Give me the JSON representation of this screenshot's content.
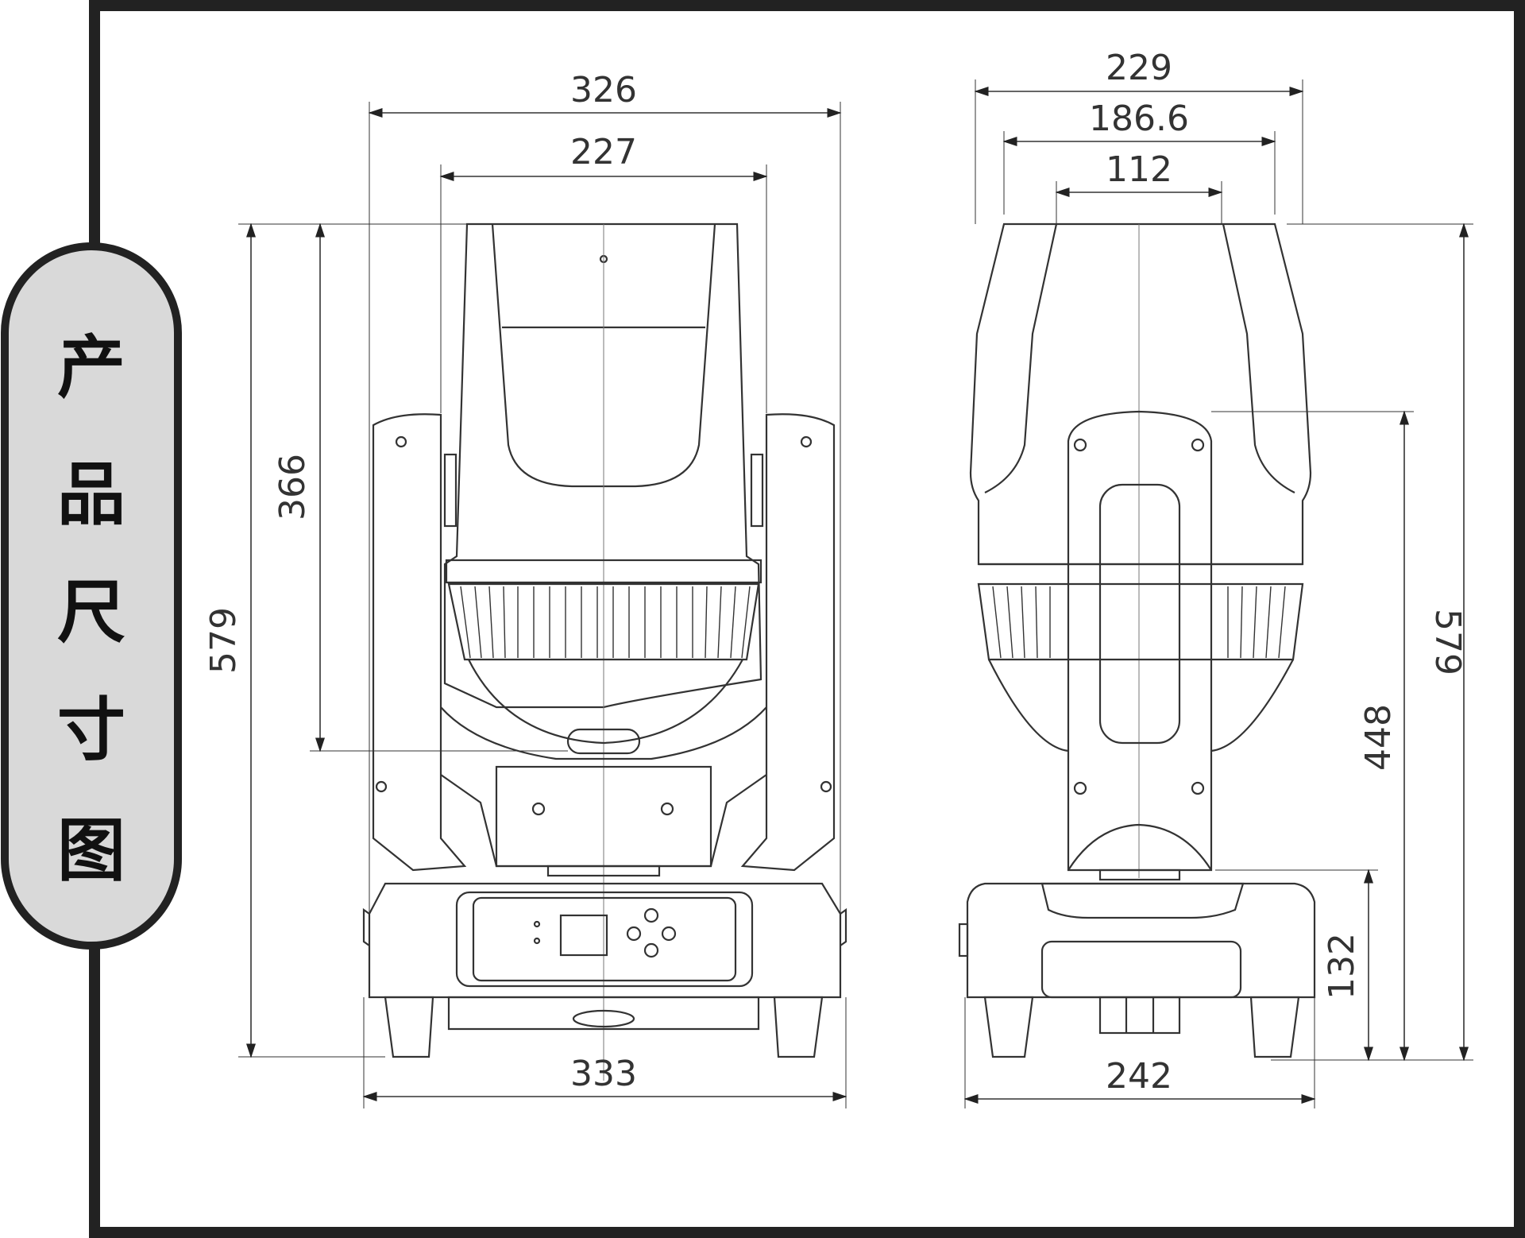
{
  "title": {
    "chars": [
      "产",
      "品",
      "尺",
      "寸",
      "图"
    ]
  },
  "colors": {
    "frame": "#222222",
    "badge_fill": "#d9d9d9",
    "line": "#333333",
    "thin": "#555555"
  },
  "dimensions": {
    "front": {
      "overall_width": "326",
      "head_width": "227",
      "base_width": "333",
      "total_height": "579",
      "head_height": "366"
    },
    "side": {
      "overall_width": "229",
      "mid_width": "186.6",
      "yoke_width": "112",
      "base_width": "242",
      "total_height": "579",
      "arm_height": "448",
      "base_height": "132"
    }
  }
}
